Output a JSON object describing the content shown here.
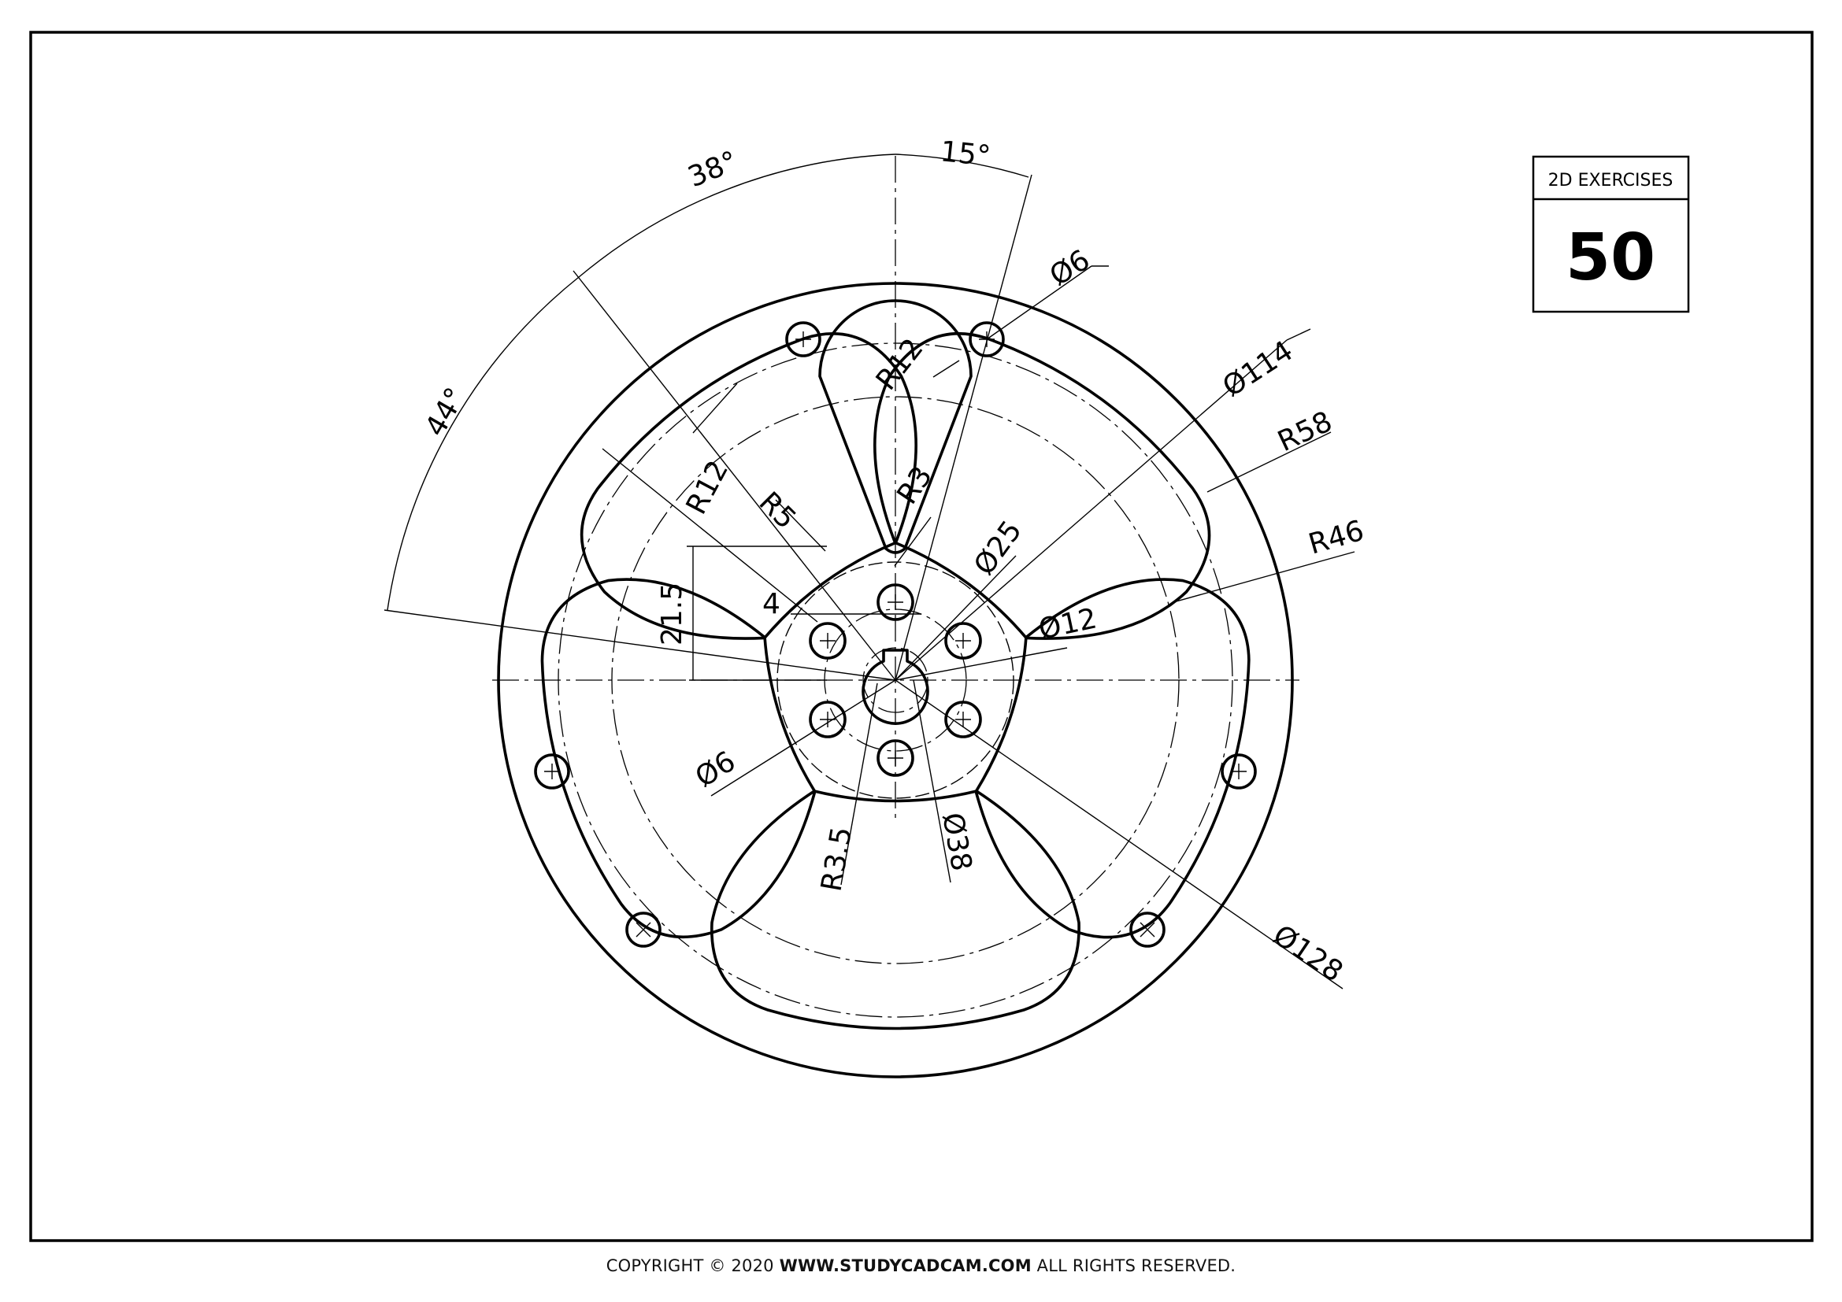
{
  "badge": {
    "header": "2D EXERCISES",
    "number": "50"
  },
  "footer": {
    "prefix": "COPYRIGHT © 2020 ",
    "site": "WWW.STUDYCADCAM.COM",
    "suffix": " ALL RIGHTS RESERVED."
  },
  "dimensions": {
    "angle_38": "38°",
    "angle_15": "15°",
    "angle_44": "44°",
    "dia_6_top": "Ø6",
    "dia_114": "Ø114",
    "r58": "R58",
    "r46": "R46",
    "r12_top": "R12",
    "r12_left": "R12",
    "r5": "R5",
    "r3": "R3",
    "dia_25": "Ø25",
    "dia_12": "Ø12",
    "len_21_5": "21.5",
    "len_4": "4",
    "dia_6_bottom": "Ø6",
    "r3_5": "R3.5",
    "dia_38": "Ø38",
    "dia_128": "Ø128"
  }
}
